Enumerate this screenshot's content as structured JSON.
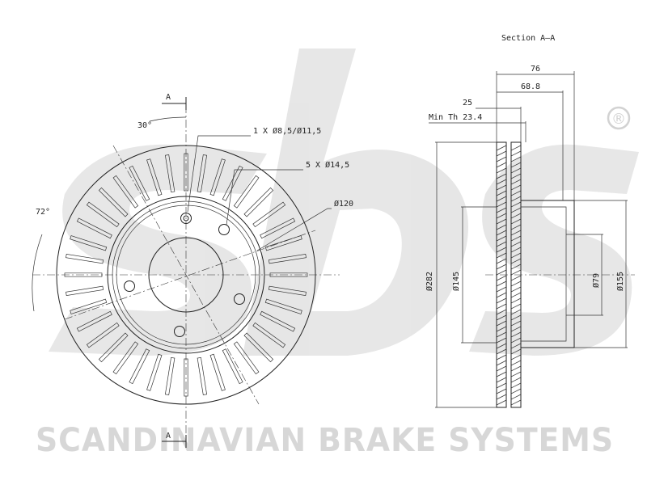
{
  "watermark": {
    "brand_text": "SCANDINAVIAN BRAKE SYSTEMS",
    "registered_mark": "®"
  },
  "section": {
    "title": "Section A–A"
  },
  "labels": {
    "section_marker_top": "A",
    "section_marker_bottom": "A",
    "angle_30": "30°",
    "angle_72": "72°",
    "hole_small": "1 X Ø8,5/Ø11,5",
    "hole_bolt": "5 X Ø14,5",
    "pcd": "Ø120",
    "width_76": "76",
    "width_68": "68.8",
    "thickness_25": "25",
    "min_thickness": "Min Th 23.4",
    "dia_282": "Ø282",
    "dia_145": "Ø145",
    "dia_79": "Ø79",
    "dia_155": "Ø155"
  }
}
